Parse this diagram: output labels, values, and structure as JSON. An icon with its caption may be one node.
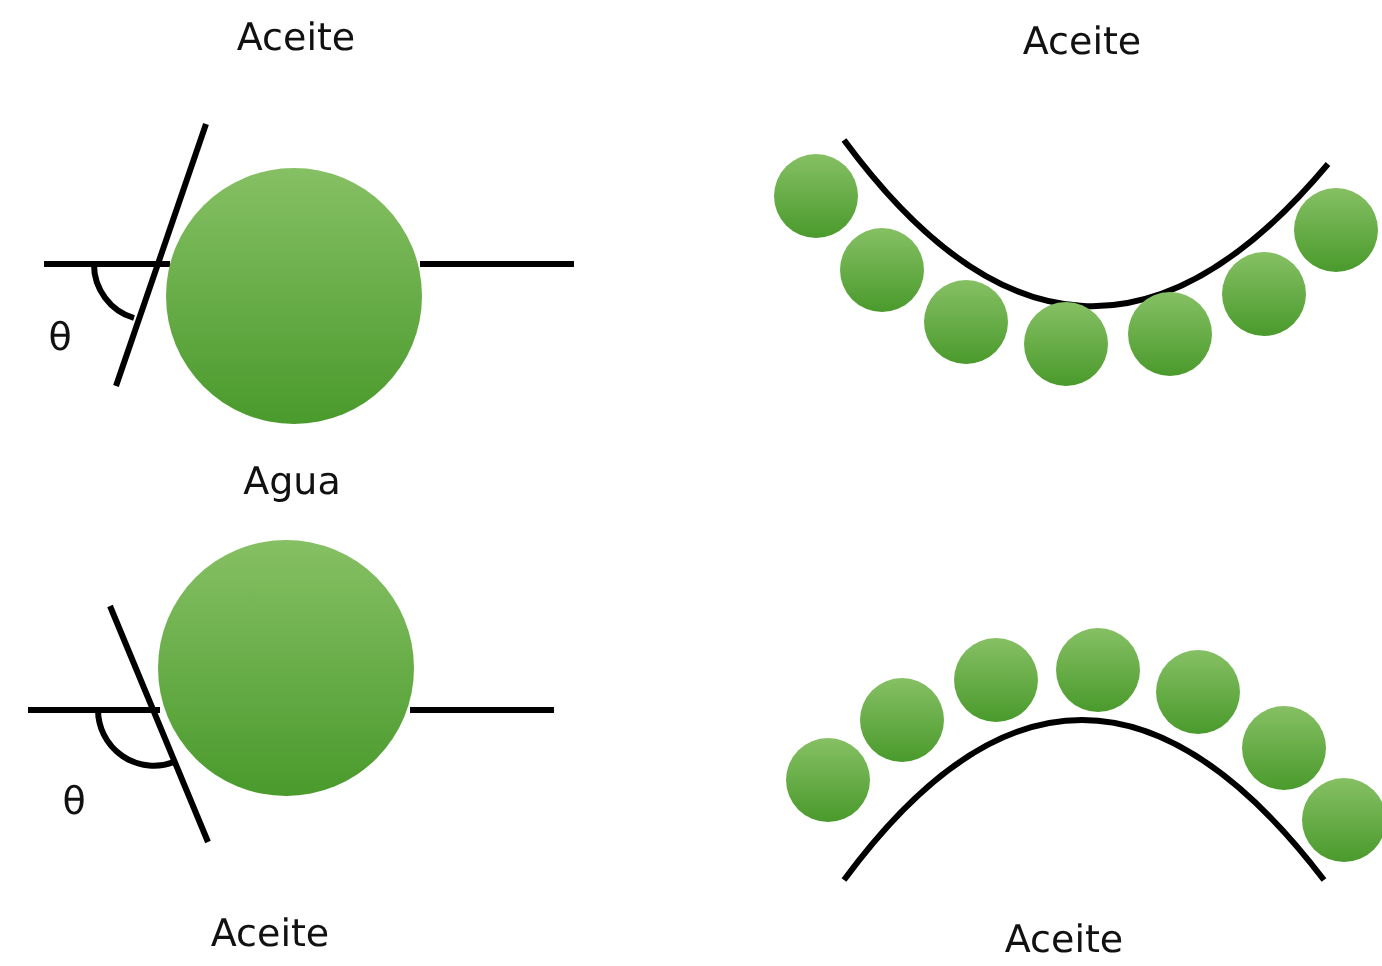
{
  "diagram": {
    "labels": [
      "Aceite",
      "Aceite",
      "θ",
      "Agua",
      "θ",
      "Aceite",
      "Aceite"
    ]
  }
}
